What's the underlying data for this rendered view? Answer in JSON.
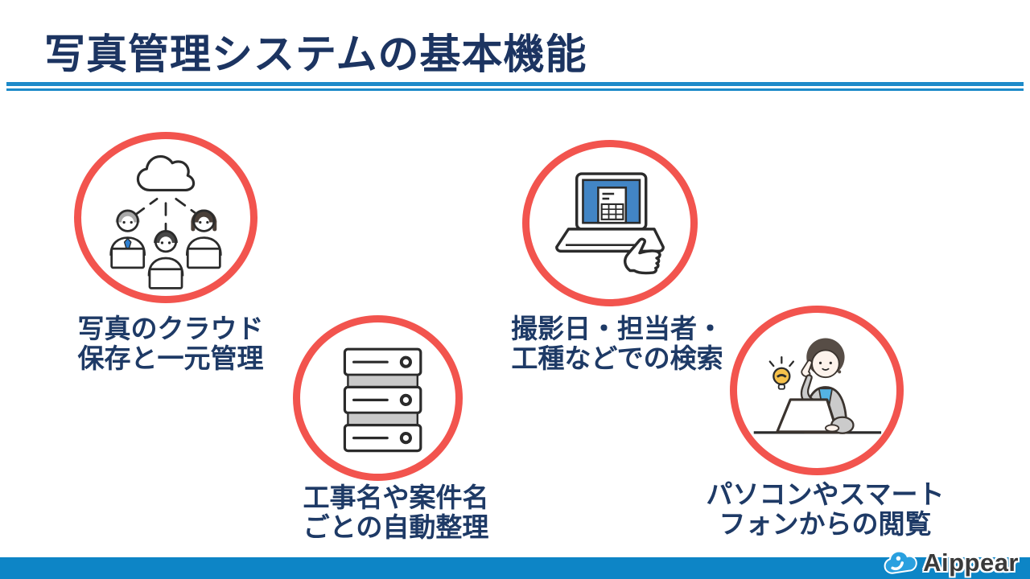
{
  "slide": {
    "title": "写真管理システムの基本機能",
    "features": [
      {
        "id": "cloud-storage",
        "icon": "cloud-people-icon",
        "caption_line1": "写真のクラウド",
        "caption_line2": "保存と一元管理"
      },
      {
        "id": "auto-organize",
        "icon": "server-rack-icon",
        "caption_line1": "工事名や案件名",
        "caption_line2": "ごとの自動整理"
      },
      {
        "id": "search",
        "icon": "laptop-search-icon",
        "caption_line1": "撮影日・担当者・",
        "caption_line2": "工種などでの検索"
      },
      {
        "id": "multi-device-view",
        "icon": "woman-laptop-icon",
        "caption_line1": "パソコンやスマート",
        "caption_line2": "フォンからの閲覧"
      }
    ],
    "footer": {
      "logo_text": "Aippear"
    },
    "colors": {
      "accent_red": "#f2544e",
      "title_navy": "#1c3461",
      "caption_navy": "#1e3a66",
      "line_blue": "#1d8ac9",
      "footer_bar_blue": "#0d85c6",
      "logo_cloud_blue": "#2aa0df",
      "screen_blue": "#4285c5"
    }
  }
}
